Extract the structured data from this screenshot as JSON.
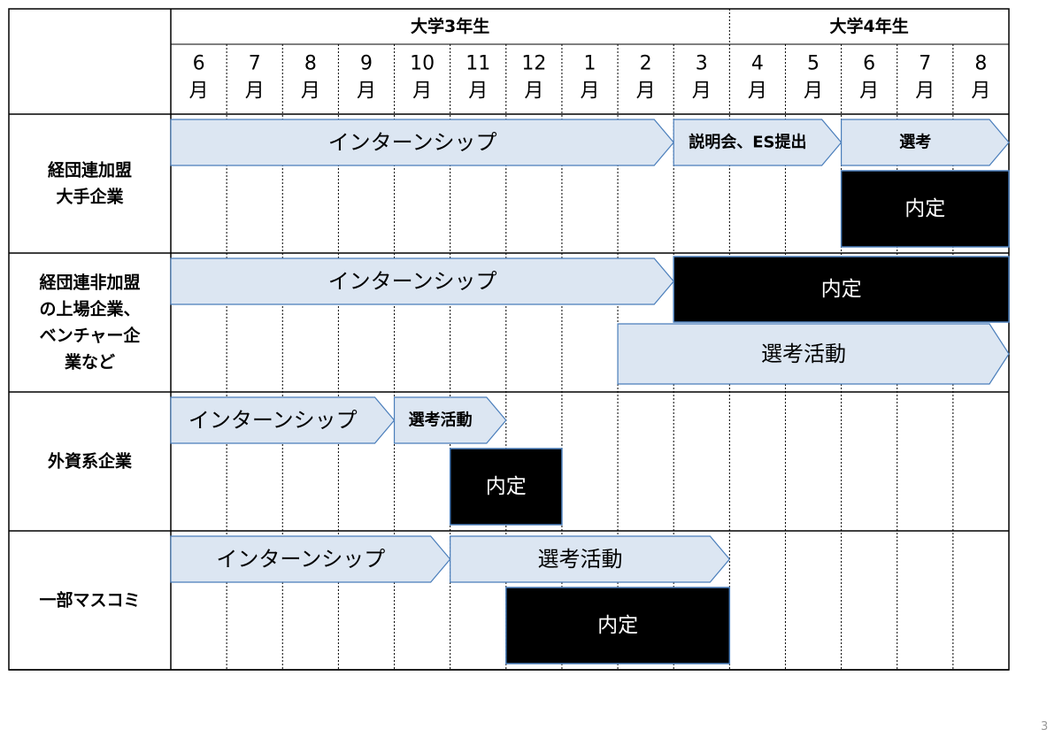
{
  "header": {
    "years": [
      {
        "label": "大学3年生",
        "start": 0,
        "end": 10
      },
      {
        "label": "大学4年生",
        "start": 10,
        "end": 15
      }
    ],
    "months": [
      {
        "num": "6",
        "unit": "月"
      },
      {
        "num": "7",
        "unit": "月"
      },
      {
        "num": "8",
        "unit": "月"
      },
      {
        "num": "9",
        "unit": "月"
      },
      {
        "num": "10",
        "unit": "月"
      },
      {
        "num": "11",
        "unit": "月"
      },
      {
        "num": "12",
        "unit": "月"
      },
      {
        "num": "1",
        "unit": "月"
      },
      {
        "num": "2",
        "unit": "月"
      },
      {
        "num": "3",
        "unit": "月"
      },
      {
        "num": "4",
        "unit": "月"
      },
      {
        "num": "5",
        "unit": "月"
      },
      {
        "num": "6",
        "unit": "月"
      },
      {
        "num": "7",
        "unit": "月"
      },
      {
        "num": "8",
        "unit": "月"
      }
    ]
  },
  "rows": [
    {
      "label_lines": [
        "経団連加盟",
        "大手企業"
      ],
      "bars": [
        {
          "text": "インターンシップ",
          "kind": "arrow",
          "start": 0,
          "end": 9,
          "lane": 0
        },
        {
          "text": "説明会、ES提出",
          "kind": "arrow",
          "start": 9,
          "end": 12,
          "lane": 0
        },
        {
          "text": "選考",
          "kind": "arrow",
          "start": 12,
          "end": 15,
          "lane": 0
        },
        {
          "text": "内定",
          "kind": "black",
          "start": 12,
          "end": 15,
          "lane": 1
        }
      ]
    },
    {
      "label_lines": [
        "経団連非加盟",
        "の上場企業、",
        "ベンチャー企",
        "業など"
      ],
      "bars": [
        {
          "text": "インターンシップ",
          "kind": "arrow",
          "start": 0,
          "end": 9,
          "lane": 0
        },
        {
          "text": "内定",
          "kind": "black",
          "start": 9,
          "end": 15,
          "lane": 0
        },
        {
          "text": "選考活動",
          "kind": "arrow",
          "start": 8,
          "end": 15,
          "lane": 1
        }
      ]
    },
    {
      "label_lines": [
        "外資系企業"
      ],
      "bars": [
        {
          "text": "インターンシップ",
          "kind": "arrow",
          "start": 0,
          "end": 4,
          "lane": 0
        },
        {
          "text": "選考活動",
          "kind": "arrow",
          "start": 4,
          "end": 6,
          "lane": 0
        },
        {
          "text": "内定",
          "kind": "black",
          "start": 5,
          "end": 7,
          "lane": 1
        }
      ]
    },
    {
      "label_lines": [
        "一部マスコミ"
      ],
      "bars": [
        {
          "text": "インターンシップ",
          "kind": "arrow",
          "start": 0,
          "end": 5,
          "lane": 0
        },
        {
          "text": "選考活動",
          "kind": "arrow",
          "start": 5,
          "end": 10,
          "lane": 0
        },
        {
          "text": "内定",
          "kind": "black",
          "start": 6,
          "end": 10,
          "lane": 1
        }
      ]
    }
  ],
  "colors": {
    "arrow_fill": "#dce6f2",
    "arrow_stroke": "#4a7ebb",
    "black_fill": "#000000",
    "grid": "#000000"
  },
  "page_number": "3"
}
